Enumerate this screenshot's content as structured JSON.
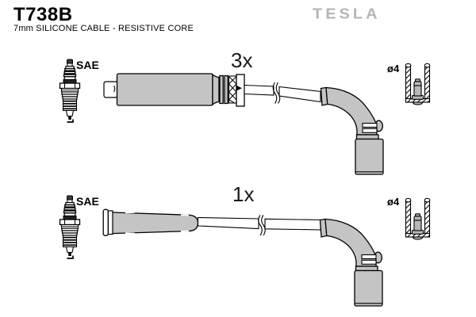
{
  "header": {
    "part_number": "T738B",
    "subtitle": "7mm SILICONE CABLE - RESISTIVE CORE",
    "brand": "TESLA"
  },
  "rows": [
    {
      "plug_standard": "SAE",
      "quantity": "3x",
      "terminal_diameter": "ø4"
    },
    {
      "plug_standard": "SAE",
      "quantity": "1x",
      "terminal_diameter": "ø4"
    }
  ],
  "icons": [
    "spark-plug-icon",
    "ignition-coil-connector-icon",
    "cable-break-icon",
    "elbow-boot-icon",
    "straight-boot-icon",
    "terminal-cap-icon"
  ],
  "colors": {
    "part_fill": "#c4c4c4",
    "terminal_fill": "#b8b8b8",
    "outline": "#000000",
    "brand_gray": "#b5b5b5",
    "background": "#ffffff"
  }
}
